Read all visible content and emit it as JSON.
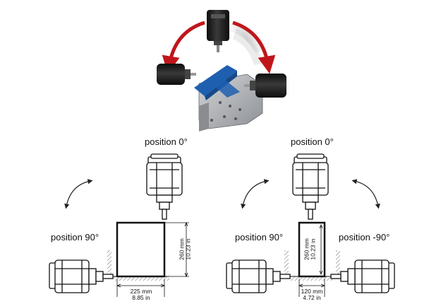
{
  "labels": {
    "position_0": "position 0°",
    "position_90": "position 90°",
    "position_neg90": "position -90°"
  },
  "dimensions": {
    "left_width_mm": "225 mm",
    "left_width_in": "8.85 in",
    "left_height_mm": "260 mm",
    "left_height_in": "10.23 in",
    "right_width_mm": "120 mm",
    "right_width_in": "4.72 in",
    "right_height_mm": "260 mm",
    "right_height_in": "10.23 in"
  },
  "colors": {
    "arrow_red": "#c0161b",
    "fixture_blue": "#1f5fb0",
    "metal_grey": "#a9abae",
    "motor_dark": "#1a1a1a"
  }
}
